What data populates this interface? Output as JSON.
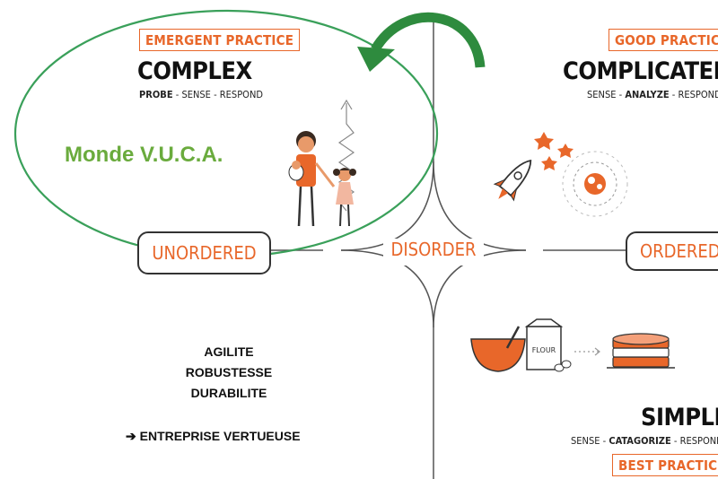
{
  "quadrants": {
    "complex": {
      "tag": "EMERGENT PRACTICE",
      "title": "COMPLEX",
      "steps": [
        "PROBE",
        "SENSE",
        "RESPOND"
      ]
    },
    "complicated": {
      "tag": "GOOD PRACTICE",
      "title": "COMPLICATED",
      "steps": [
        "SENSE",
        "ANALYZE",
        "RESPOND"
      ]
    },
    "simple": {
      "tag": "BEST PRACTICE",
      "title": "SIMPLE",
      "steps": [
        "SENSE",
        "CATAGORIZE",
        "RESPOND"
      ]
    }
  },
  "labels": {
    "unordered": "UNORDERED",
    "disorder": "DISORDER",
    "ordered": "ORDERED",
    "flour": "FLOUR"
  },
  "annotation": {
    "vuca": "Monde V.U.C.A.",
    "values": [
      "AGILITE",
      "ROBUSTESSE",
      "DURABILITE"
    ],
    "arrow_glyph": "➔",
    "conclusion": "ENTREPRISE VERTUEUSE"
  },
  "colors": {
    "accent": "#e8672a",
    "vuca_green": "#6aab3d",
    "arrow_green": "#2e8b3e",
    "ellipse_green": "#3aa05a"
  }
}
